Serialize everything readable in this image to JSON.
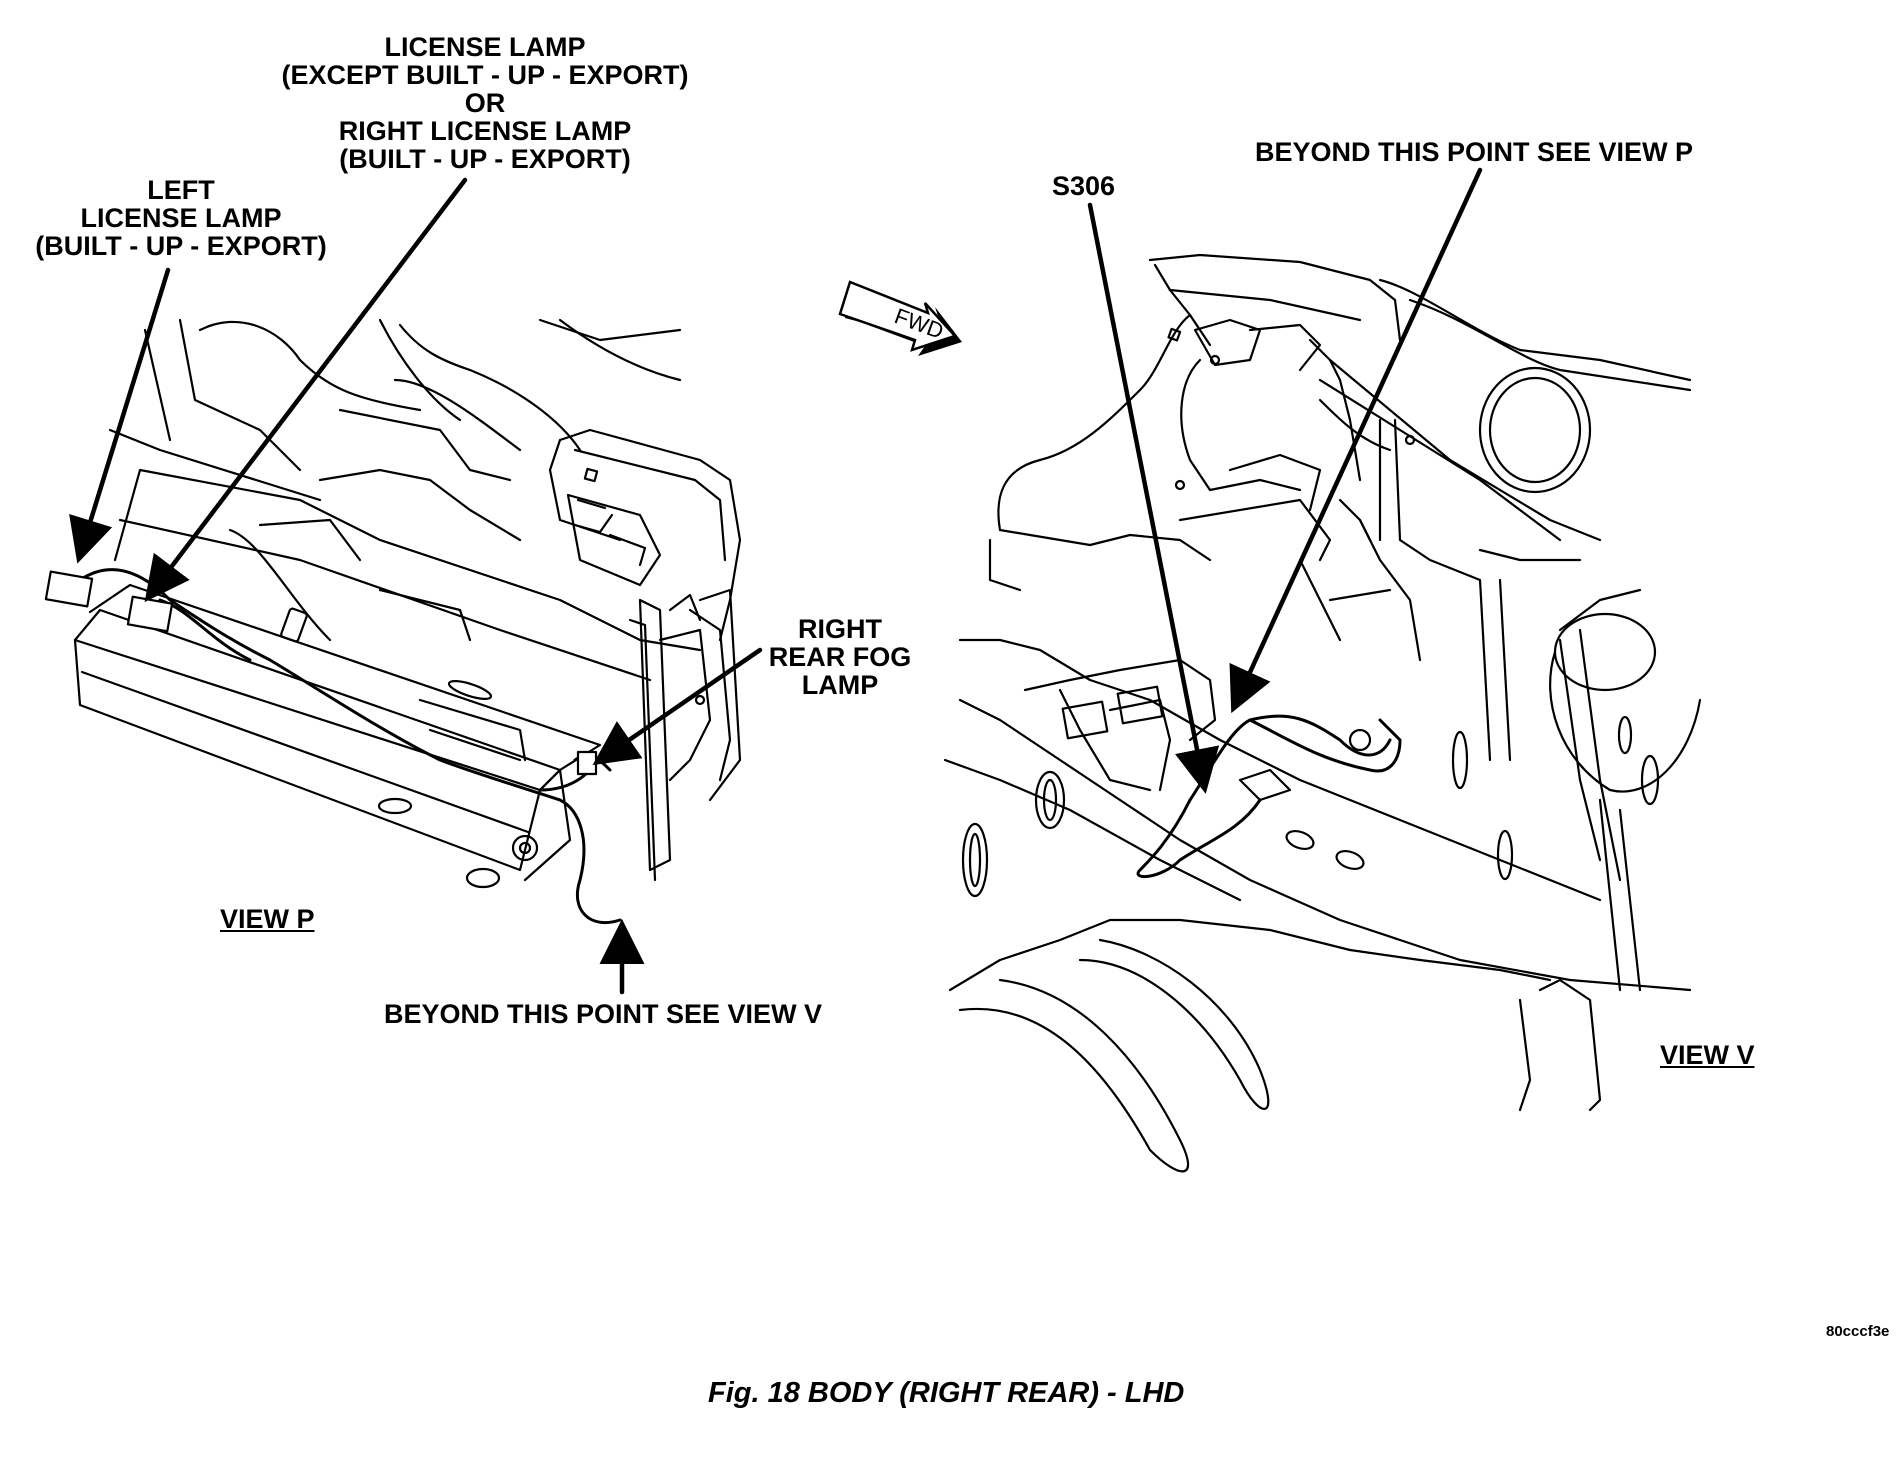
{
  "figure": {
    "caption": "Fig. 18 BODY (RIGHT REAR) - LHD",
    "code": "80cccf3e"
  },
  "view_p": {
    "title": "VIEW P",
    "callouts": {
      "license_lamp": [
        "LICENSE LAMP",
        "(EXCEPT BUILT - UP - EXPORT)",
        "OR",
        "RIGHT LICENSE LAMP",
        "(BUILT - UP - EXPORT)"
      ],
      "left_license_lamp": [
        "LEFT",
        "LICENSE LAMP",
        "(BUILT - UP - EXPORT)"
      ],
      "right_rear_fog_lamp": [
        "RIGHT",
        "REAR FOG",
        "LAMP"
      ],
      "beyond_point": "BEYOND THIS POINT SEE VIEW V"
    }
  },
  "view_v": {
    "title": "VIEW V",
    "callouts": {
      "splice": "S306",
      "beyond_point": "BEYOND THIS POINT SEE VIEW P"
    },
    "direction_arrow": "FWD"
  }
}
